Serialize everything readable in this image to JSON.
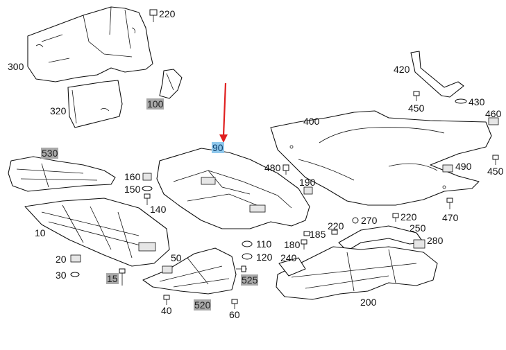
{
  "diagram": {
    "labels": [
      {
        "id": "p220a",
        "text": "220",
        "style": "plain"
      },
      {
        "id": "p300",
        "text": "300",
        "style": "plain"
      },
      {
        "id": "p320",
        "text": "320",
        "style": "plain"
      },
      {
        "id": "p100",
        "text": "100",
        "style": "gray"
      },
      {
        "id": "p420",
        "text": "420",
        "style": "plain"
      },
      {
        "id": "p450a",
        "text": "450",
        "style": "plain"
      },
      {
        "id": "p430",
        "text": "430",
        "style": "plain"
      },
      {
        "id": "p460",
        "text": "460",
        "style": "plain"
      },
      {
        "id": "p400",
        "text": "400",
        "style": "plain"
      },
      {
        "id": "p90",
        "text": "90",
        "style": "blue"
      },
      {
        "id": "p530",
        "text": "530",
        "style": "gray"
      },
      {
        "id": "p480",
        "text": "480",
        "style": "plain"
      },
      {
        "id": "p490",
        "text": "490",
        "style": "plain"
      },
      {
        "id": "p450b",
        "text": "450",
        "style": "plain"
      },
      {
        "id": "p160",
        "text": "160",
        "style": "plain"
      },
      {
        "id": "p150",
        "text": "150",
        "style": "plain"
      },
      {
        "id": "p190",
        "text": "190",
        "style": "plain"
      },
      {
        "id": "p140",
        "text": "140",
        "style": "plain"
      },
      {
        "id": "p270",
        "text": "270",
        "style": "plain"
      },
      {
        "id": "p220b",
        "text": "220",
        "style": "plain"
      },
      {
        "id": "p470",
        "text": "470",
        "style": "plain"
      },
      {
        "id": "p10",
        "text": "10",
        "style": "plain"
      },
      {
        "id": "p220c",
        "text": "220",
        "style": "plain"
      },
      {
        "id": "p250",
        "text": "250",
        "style": "plain"
      },
      {
        "id": "p185",
        "text": "185",
        "style": "plain"
      },
      {
        "id": "p280",
        "text": "280",
        "style": "plain"
      },
      {
        "id": "p110",
        "text": "110",
        "style": "plain"
      },
      {
        "id": "p180",
        "text": "180",
        "style": "plain"
      },
      {
        "id": "p20",
        "text": "20",
        "style": "plain"
      },
      {
        "id": "p50",
        "text": "50",
        "style": "plain"
      },
      {
        "id": "p120",
        "text": "120",
        "style": "plain"
      },
      {
        "id": "p240",
        "text": "240",
        "style": "plain"
      },
      {
        "id": "p30",
        "text": "30",
        "style": "plain"
      },
      {
        "id": "p15",
        "text": "15",
        "style": "gray"
      },
      {
        "id": "p525",
        "text": "525",
        "style": "gray"
      },
      {
        "id": "p200",
        "text": "200",
        "style": "plain"
      },
      {
        "id": "p520",
        "text": "520",
        "style": "gray"
      },
      {
        "id": "p40",
        "text": "40",
        "style": "plain"
      },
      {
        "id": "p60",
        "text": "60",
        "style": "plain"
      }
    ],
    "colors": {
      "line": "#111111",
      "highlight_gray": "#a9a9a9",
      "highlight_blue": "#8fc8ec",
      "arrow": "#e02020"
    }
  }
}
